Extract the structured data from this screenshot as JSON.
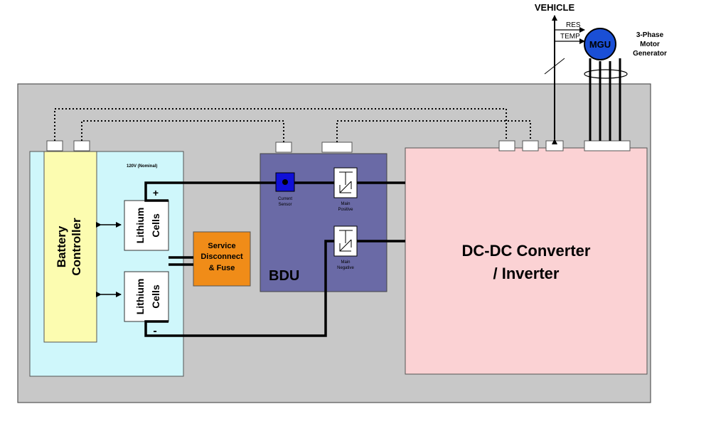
{
  "labels": {
    "vehicle": "VEHICLE",
    "res": "RES",
    "temp": "TEMP",
    "mgu": "MGU",
    "motor_line1": "3-Phase",
    "motor_line2": "Motor",
    "motor_line3": "Generator",
    "nominal": "120V (Nominal)",
    "battery_line1": "Battery",
    "battery_line2": "Controller",
    "cells_top_line1": "Lithium",
    "cells_top_line2": "Cells",
    "cells_bottom_line1": "Lithium",
    "cells_bottom_line2": "Cells",
    "plus": "+",
    "minus": "-",
    "service_line1": "Service",
    "service_line2": "Disconnect",
    "service_line3": "& Fuse",
    "bdu": "BDU",
    "current_sensor_line1": "Current",
    "current_sensor_line2": "Sensor",
    "main_pos_line1": "Main",
    "main_pos_line2": "Positive",
    "main_neg_line1": "Main",
    "main_neg_line2": "Negative",
    "converter_line1": "DC-DC Converter",
    "converter_line2": "/ Inverter"
  },
  "colors": {
    "enclosure": "#c8c8c8",
    "battery_pack": "#cff7fb",
    "battery_controller": "#fcfcb0",
    "cells": "#ffffff",
    "service_fuse": "#f08c18",
    "bdu": "#6a6aa6",
    "current_sensor": "#1010d8",
    "converter": "#fbd2d4",
    "mgu": "#1a4fd6"
  }
}
